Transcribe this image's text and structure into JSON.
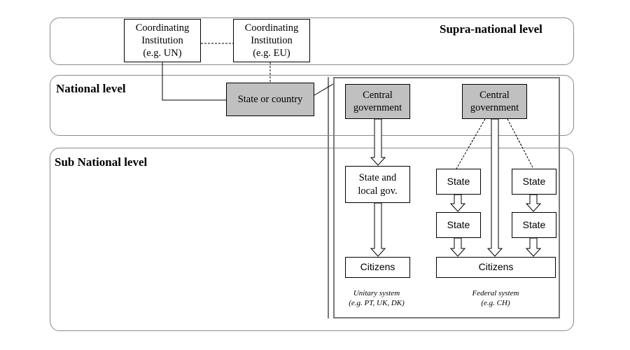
{
  "levels": {
    "supra": "Supra-national level",
    "national": "National level",
    "sub": "Sub National level"
  },
  "boxes": {
    "coord_un": [
      "Coordinating",
      "Institution",
      "(e.g. UN)"
    ],
    "coord_eu": [
      "Coordinating",
      "Institution",
      "(e.g. EU)"
    ],
    "state_country": "State or country",
    "central_unitary": [
      "Central",
      "government"
    ],
    "central_federal": [
      "Central",
      "government"
    ],
    "state_local": [
      "State and",
      "local gov."
    ],
    "citizens_unitary": "Citizens",
    "state_fed_1": "State",
    "state_fed_2": "State",
    "state_fed_3": "State",
    "state_fed_4": "State",
    "citizens_federal": "Citizens"
  },
  "captions": {
    "unitary": [
      "Unitary system",
      "(e.g. PT, UK, DK)"
    ],
    "federal": [
      "Federal system",
      "(e.g. CH)"
    ]
  },
  "colors": {
    "shaded_box": "#c0c0c0",
    "level_border": "#8a8a8a"
  }
}
